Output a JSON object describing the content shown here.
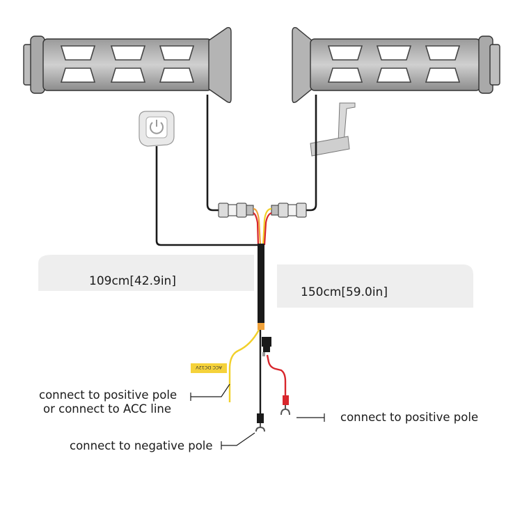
{
  "cable_lengths": {
    "left": "109cm[42.9in]",
    "right": "150cm[59.0in]"
  },
  "connections": {
    "acc_line_line1": "connect to positive pole",
    "acc_line_line2": "or connect to ACC line",
    "negative": "connect to negative pole",
    "positive": "connect to positive pole"
  },
  "tag_text": "ACC DC12V",
  "icons": {
    "switch": "power-switch-icon",
    "fuse": "fuse-holder-icon",
    "terminal": "fork-terminal-icon"
  },
  "colors": {
    "wire_black": "#1a1a1a",
    "wire_red": "#d8262c",
    "wire_yellow": "#f2d02a",
    "wire_orange": "#f0a23a",
    "tag_yellow": "#f5d23b",
    "panel_gray": "#eeeeee",
    "grip_outline": "#333333"
  }
}
